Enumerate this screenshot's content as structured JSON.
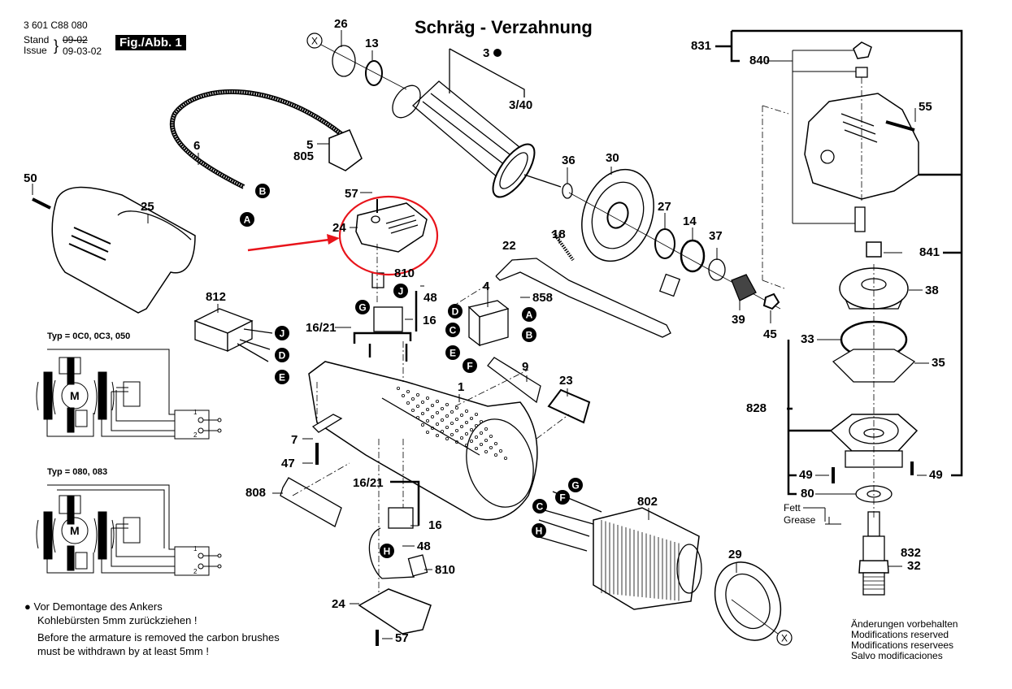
{
  "header": {
    "part_number": "3 601 C88 080",
    "stand_label": "Stand",
    "stand_value_struck": "09-02",
    "issue_label": "Issue",
    "issue_value": "09-03-02",
    "figure_label": "Fig./Abb. 1"
  },
  "title": "Schräg - Verzahnung",
  "part_labels": {
    "p26": "26",
    "p13": "13",
    "p3": "3",
    "p3_40": "3/40",
    "p36": "36",
    "p30": "30",
    "p27": "27",
    "p14": "14",
    "p37": "37",
    "p18": "18",
    "p22": "22",
    "p39": "39",
    "p45": "45",
    "p50": "50",
    "p25": "25",
    "p6": "6",
    "p5": "5",
    "p805": "805",
    "p57_top": "57",
    "p24_top": "24",
    "p810_top": "810",
    "p48_top": "48",
    "p16_top": "16",
    "p16_21_top": "16/21",
    "p812": "812",
    "p4": "4",
    "p858": "858",
    "p9": "9",
    "p1": "1",
    "p23": "23",
    "p7": "7",
    "p47": "47",
    "p808": "808",
    "p16_21_bot": "16/21",
    "p16_bot": "16",
    "p48_bot": "48",
    "p810_bot": "810",
    "p24_bot": "24",
    "p57_bot": "57",
    "p802": "802",
    "p29": "29",
    "p831": "831",
    "p840": "840",
    "p55": "55",
    "p841": "841",
    "p38": "38",
    "p33": "33",
    "p35": "35",
    "p828": "828",
    "p49_left": "49",
    "p49_right": "49",
    "p80": "80",
    "p832": "832",
    "p32": "32"
  },
  "connectors": {
    "A": "A",
    "B": "B",
    "C": "C",
    "D": "D",
    "E": "E",
    "F": "F",
    "G": "G",
    "H": "H",
    "J": "J",
    "X": "X"
  },
  "wiring": {
    "type1_label": "Typ = 0C0, 0C3, 050",
    "type2_label": "Typ = 080, 083",
    "motor_symbol": "M",
    "switch_pos1": "1",
    "switch_pos2": "2"
  },
  "grease": {
    "line1": "Fett",
    "line2": "Grease"
  },
  "notes": {
    "bullet": "●",
    "de_line1": "Vor Demontage des Ankers",
    "de_line2": "Kohlebürsten 5mm zurückziehen !",
    "en_line1": "Before the armature is removed the carbon brushes",
    "en_line2": "must be withdrawn by at least 5mm !"
  },
  "modifications": [
    "Änderungen vorbehalten",
    "Modifications reserved",
    "Modifications reservees",
    "Salvo modificaciones"
  ],
  "annotation": {
    "highlight_color": "#e8141b",
    "highlighted_part": "24"
  }
}
